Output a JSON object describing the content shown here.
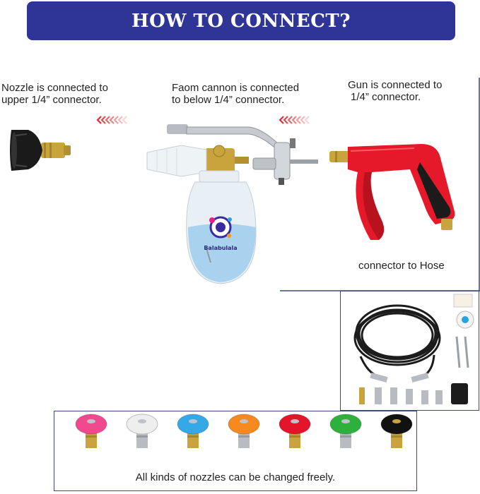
{
  "banner": {
    "title": "HOW TO CONNECT?"
  },
  "captions": {
    "nozzle_line1": "Nozzle is connected to",
    "nozzle_line2": "upper 1/4” connector.",
    "foam_line1": "Faom cannon is connected",
    "foam_line2": "to below 1/4” connector.",
    "gun_line1": "Gun is connected to",
    "gun_line2": "1/4” connector.",
    "hose": "connector to Hose"
  },
  "bottle_brand": "Balabulala",
  "nozzles": {
    "caption": "All kinds of nozzles can be changed freely.",
    "colors": [
      "#f0498f",
      "#eeeeee",
      "#35a9e8",
      "#f7891e",
      "#e4142a",
      "#2eb03d",
      "#111111"
    ]
  },
  "colors": {
    "banner": "#2f3596",
    "arrow": "#e0303a",
    "gun": "#e5192a",
    "brass": "#c9a33b"
  },
  "icons": [
    "nozzle-icon",
    "foam-cannon-icon",
    "spray-gun-icon",
    "hose-icon",
    "nozzle-tip-icon"
  ]
}
